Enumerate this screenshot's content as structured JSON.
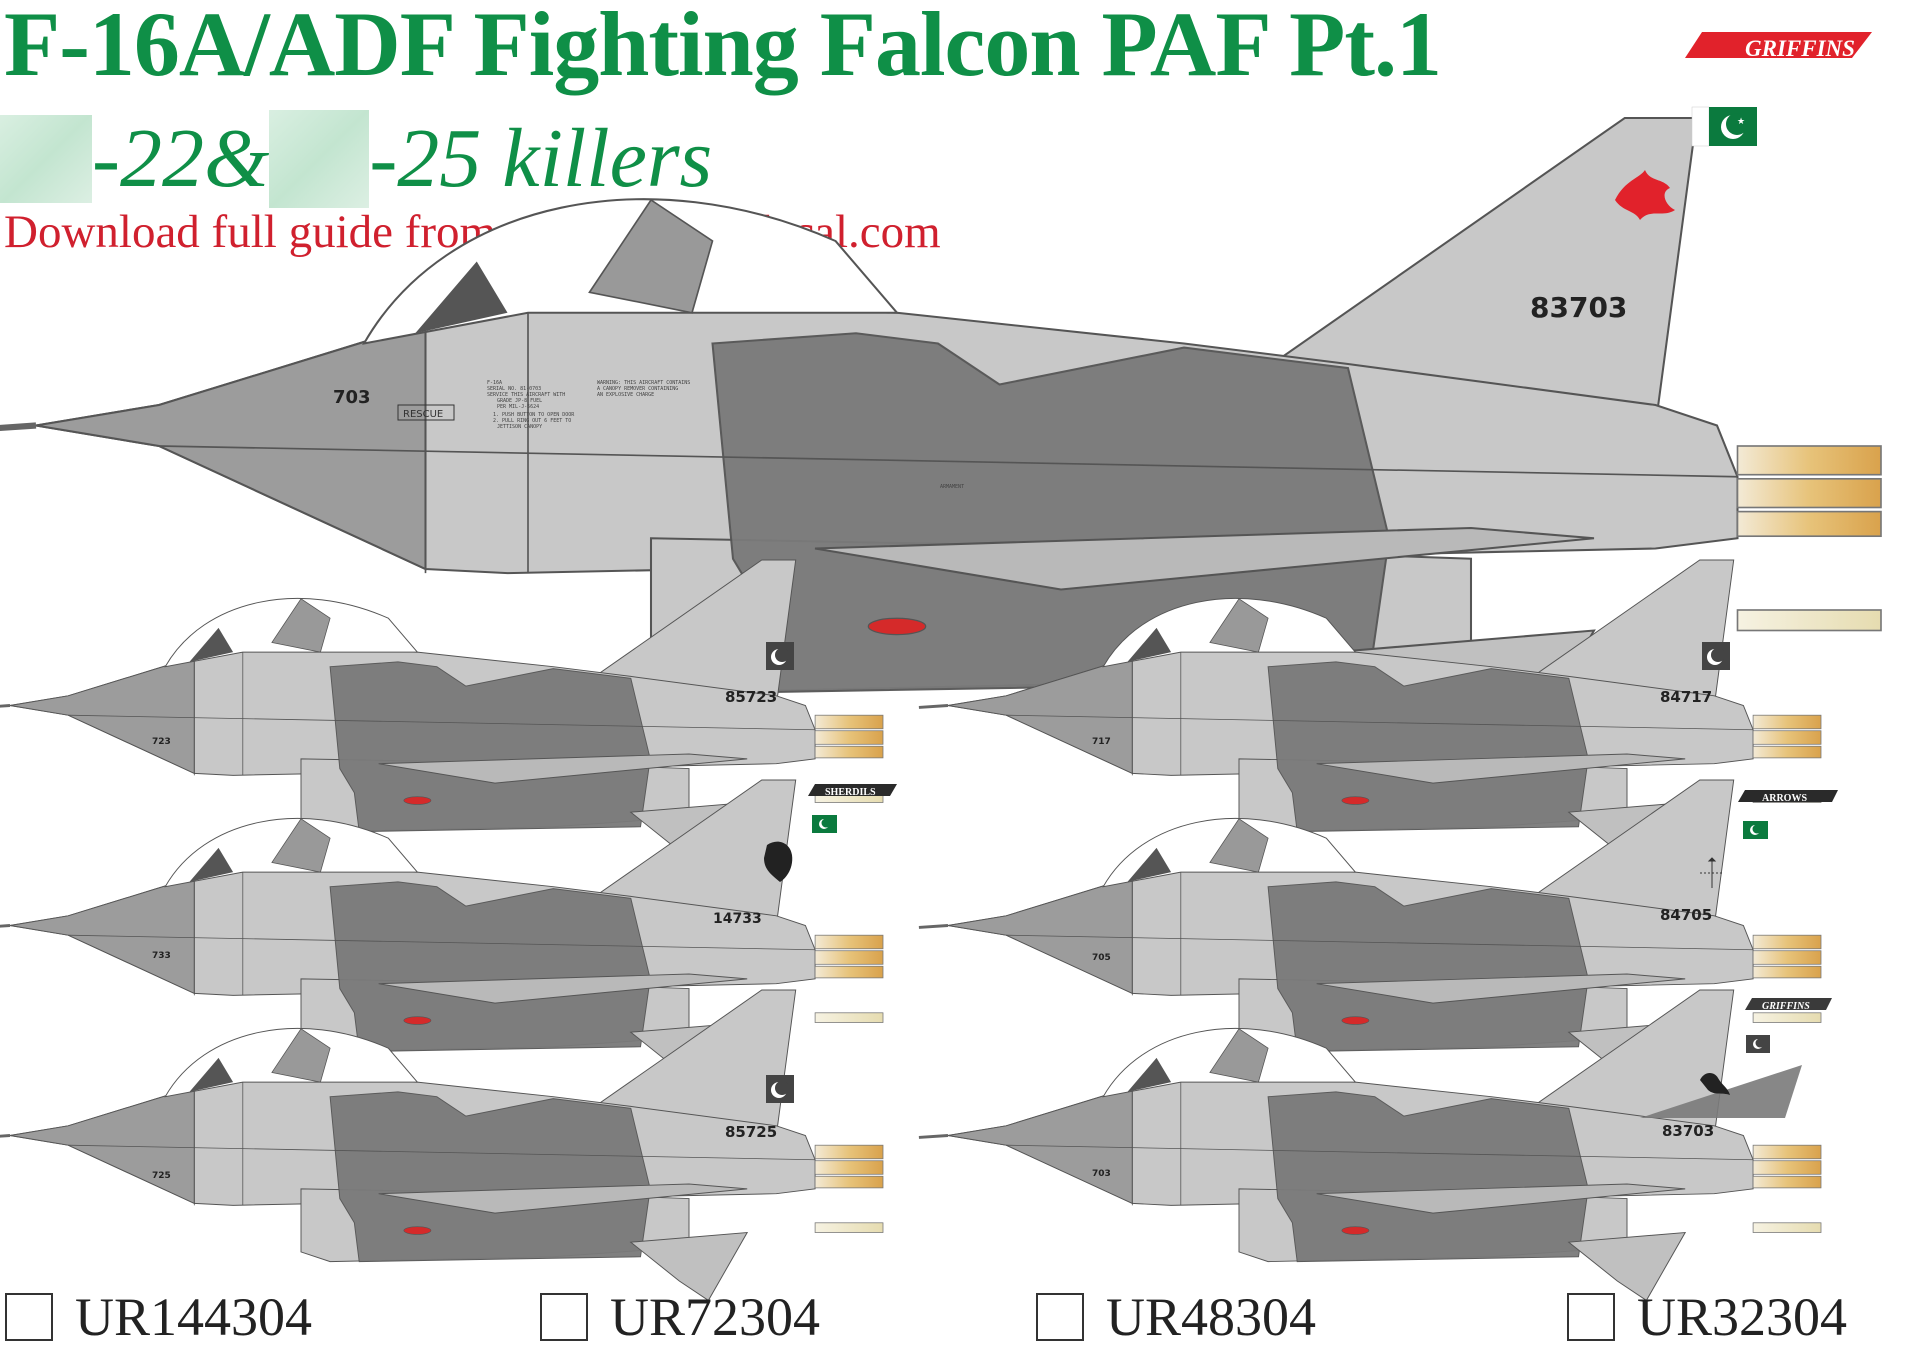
{
  "header": {
    "title": "F-16A/ADF Fighting Falcon PAF Pt.1",
    "subtitle_part1": "-22&",
    "subtitle_part2": "-25 killers",
    "download_text": "Download full guide from www.uprise-decal.com"
  },
  "colors": {
    "title_green": "#0f8f47",
    "download_red": "#d0202e",
    "light_grey": "#c8c8c8",
    "dark_grey": "#7a7a7a",
    "nose_grey": "#9c9c9c",
    "pak_green": "#0b7a3e",
    "griffins_red": "#e1222b",
    "banner_black": "#2a2a2a"
  },
  "main_aircraft": {
    "tail_number": "83703",
    "nose_number": "703",
    "rescue_label": "RESCUE",
    "squadron_banner": "GRIFFINS",
    "serial_stencil": [
      "F-16A",
      "SERIAL NO. 81-0703",
      "SERVICE THIS AIRCRAFT WITH",
      "GRADE JP-8 FUEL",
      "PER MIL-J-5624"
    ],
    "canopy_stencil": [
      "1. PUSH BUTTON TO OPEN DOOR",
      "2. PULL RING OUT 6 FEET TO",
      "JETTISON CANOPY"
    ],
    "warning_stencil": [
      "WARNING: THIS AIRCRAFT CONTAINS",
      "A CANOPY REMOVER CONTAINING",
      "AN EXPLOSIVE CHARGE"
    ],
    "armament_label": "ARMAMENT"
  },
  "small_aircraft": [
    {
      "id": "a1",
      "tail_number": "85723",
      "nose_number": "723",
      "banner": "",
      "flag_style": "grey",
      "emblem": ""
    },
    {
      "id": "a2",
      "tail_number": "84717",
      "nose_number": "717",
      "banner": "",
      "flag_style": "grey",
      "emblem": ""
    },
    {
      "id": "a3",
      "tail_number": "14733",
      "nose_number": "733",
      "banner": "SHERDILS",
      "flag_style": "color",
      "emblem": "lion"
    },
    {
      "id": "a4",
      "tail_number": "84705",
      "nose_number": "705",
      "banner": "ARROWS",
      "flag_style": "color",
      "emblem": "arrows"
    },
    {
      "id": "a5",
      "tail_number": "85725",
      "nose_number": "725",
      "banner": "",
      "flag_style": "grey",
      "emblem": ""
    },
    {
      "id": "a6",
      "tail_number": "83703",
      "nose_number": "703",
      "banner": "GRIFFINS",
      "flag_style": "grey",
      "emblem": "griffin"
    }
  ],
  "order_options": [
    {
      "code": "UR144304",
      "checked": false
    },
    {
      "code": "UR72304",
      "checked": false
    },
    {
      "code": "UR48304",
      "checked": false
    },
    {
      "code": "UR32304",
      "checked": false
    }
  ]
}
